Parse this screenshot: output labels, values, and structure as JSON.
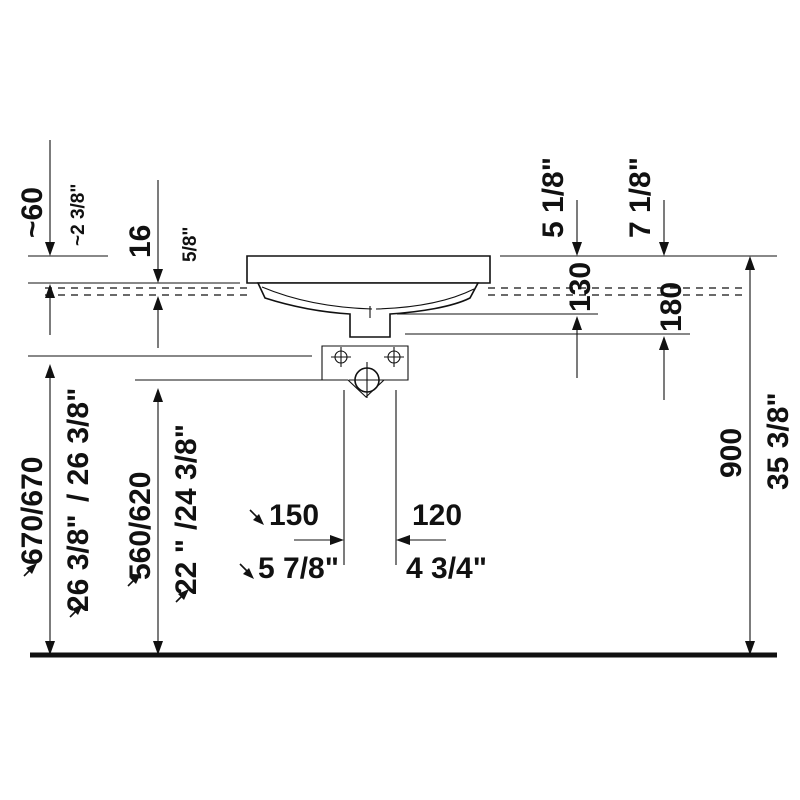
{
  "labels": {
    "top_left_mm": "~60",
    "top_left_in": "~2 3/8\"",
    "rim_mm": "16",
    "rim_in": "5/8\"",
    "top_right1_in": "5 1/8\"",
    "top_right2_in": "7 1/8\"",
    "depth1_mm": "130",
    "depth2_mm": "180",
    "left1_mm": "670/670",
    "left1_in_a": "26 3/8\"",
    "left1_in_b": "/ 26 3/8\"",
    "left2_mm": "560/620",
    "left2_in_a": "22 \"",
    "left2_in_b": "/24 3/8\"",
    "waste_left_mm": "150",
    "waste_left_in": "5 7/8\"",
    "waste_right_mm": "120",
    "waste_right_in": "4 3/4\"",
    "height_mm": "900",
    "height_in": "35 3/8\""
  }
}
